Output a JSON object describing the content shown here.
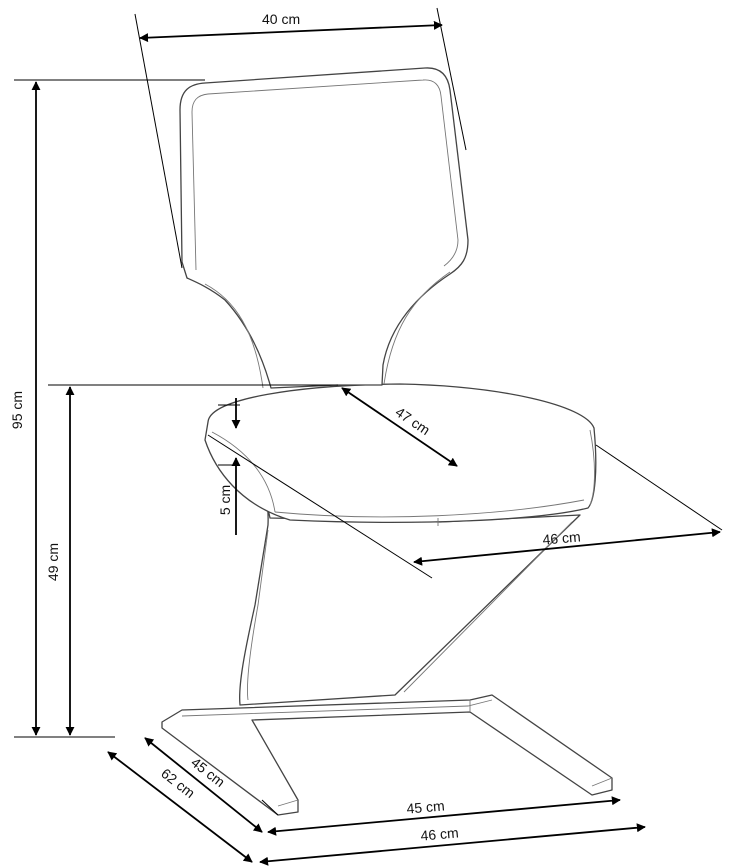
{
  "dimensions": [
    {
      "id": "backrest-width",
      "label": "40 cm"
    },
    {
      "id": "total-height",
      "label": "95 cm"
    },
    {
      "id": "seat-height",
      "label": "49 cm"
    },
    {
      "id": "seat-thickness",
      "label": "5 cm"
    },
    {
      "id": "seat-depth",
      "label": "47 cm"
    },
    {
      "id": "seat-width",
      "label": "46 cm"
    },
    {
      "id": "base-depth",
      "label": "45 cm"
    },
    {
      "id": "total-depth",
      "label": "62 cm"
    },
    {
      "id": "base-width",
      "label": "45 cm"
    },
    {
      "id": "total-width",
      "label": "46 cm"
    }
  ],
  "colors": {
    "line": "#444444",
    "dimension": "#000000",
    "background": "#ffffff"
  }
}
